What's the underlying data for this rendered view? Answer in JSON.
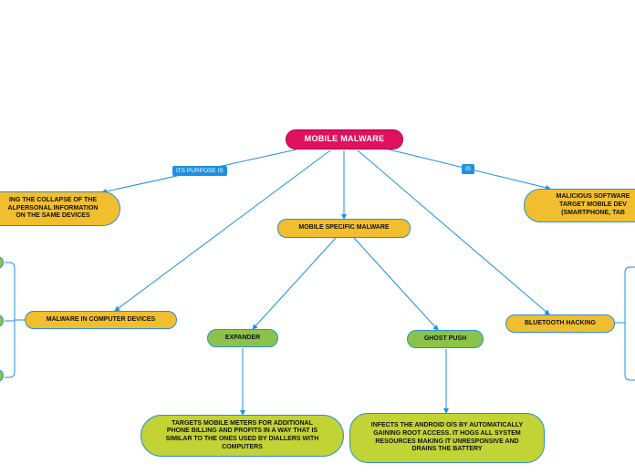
{
  "root": {
    "label": "MOBILE MALWARE"
  },
  "links": {
    "purpose_label": "ITS PURPOSE IS",
    "is_label": "IS"
  },
  "nodes": {
    "purpose": "ING THE COLLAPSE OF THE ALPERSONAL INFORMATION ON THE SAME DEVICES",
    "definition": "MALICIOUS SOFTWARE TARGET MOBILE DEV (SMARTPHONE, TAB",
    "mobile_specific": "MOBILE SPECIFIC MALWARE",
    "computer_devices": "MALWARE IN COMPUTER DEVICES",
    "bluetooth": "BLUETOOTH HACKING",
    "expander": "EXPANDER",
    "ghost_push": "GHOST PUSH",
    "expander_desc": "TARGETS MOBILE METERS FOR ADDITIONAL PHONE BILLING AND PROFITS IN A WAY THAT IS SIMILAR TO THE ONES USED BY DIALLERS WITH COMPUTERS",
    "ghost_push_desc": "INFECTS THE ANDROID O/S BY AUTOMATICALLY GAINING ROOT ACCESS. IT HOGS ALL SYSTEM RESOURCES MAKING IT UNRESPONSIVE AND DRAINS THE BATTERY"
  },
  "colors": {
    "root": "#e0115f",
    "branch": "#f0be2e",
    "leaf": "#8bc34a",
    "detail": "#c2d335",
    "connector": "#1e90e0"
  }
}
